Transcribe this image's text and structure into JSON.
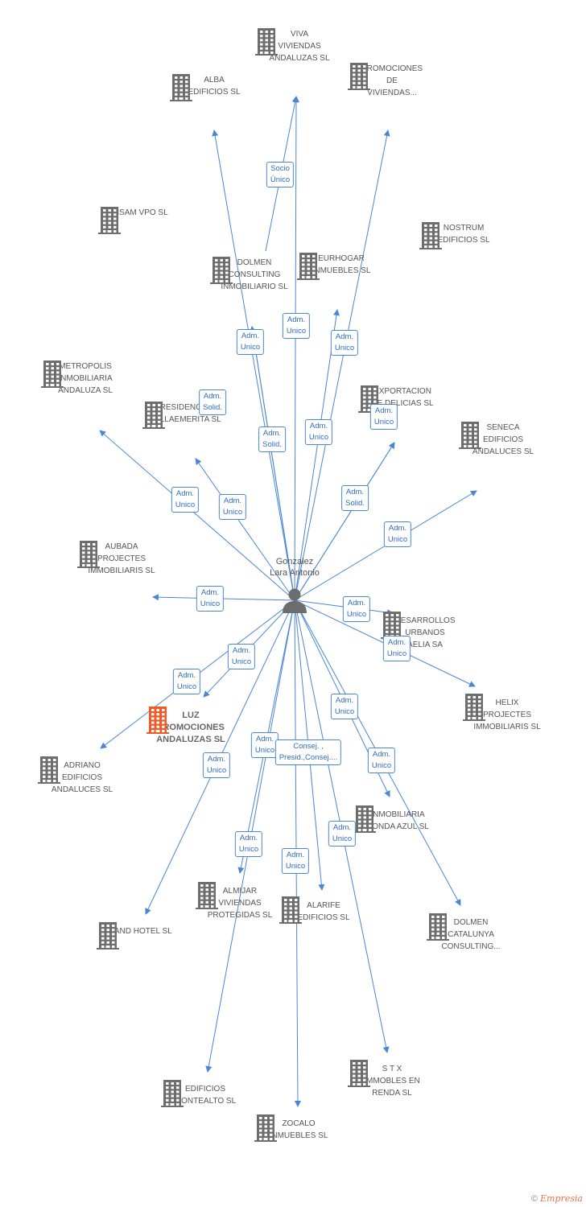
{
  "center": {
    "name_line1": "Gonzalez",
    "name_line2": "Lara Antonio"
  },
  "colors": {
    "edge": "#4a86d6",
    "node": "#6d6d6d",
    "highlight": "#f05a28"
  },
  "nodes": [
    {
      "id": "viva",
      "lines": [
        "VIVA",
        "VIVIENDAS",
        "ANDALUZAS SL"
      ]
    },
    {
      "id": "alba",
      "lines": [
        "ALBA",
        "EDIFICIOS SL"
      ]
    },
    {
      "id": "promociones",
      "lines": [
        "PROMOCIONES",
        "DE",
        "VIVIENDAS..."
      ]
    },
    {
      "id": "isam",
      "lines": [
        "ISAM VPO  SL"
      ]
    },
    {
      "id": "nostrum",
      "lines": [
        "NOSTRUM",
        "EDIFICIOS SL"
      ]
    },
    {
      "id": "dolmen",
      "lines": [
        "DOLMEN",
        "CONSULTING",
        "INMOBILIARIO SL"
      ]
    },
    {
      "id": "eurhogar",
      "lines": [
        "EURHOGAR",
        "INMUEBLES SL"
      ]
    },
    {
      "id": "metropolis",
      "lines": [
        "METROPOLIS",
        "INMOBILIARIA",
        "ANDALUZA SL"
      ]
    },
    {
      "id": "residencial",
      "lines": [
        "RESIDENCIAL",
        "VILLAEMERITA SL"
      ]
    },
    {
      "id": "exportacion",
      "lines": [
        "EXPORTACION",
        "DE DELICIAS  SL"
      ]
    },
    {
      "id": "seneca",
      "lines": [
        "SENECA",
        "EDIFICIOS",
        "ANDALUCES SL"
      ]
    },
    {
      "id": "aubada",
      "lines": [
        "AUBADA",
        "PROJECTES",
        "IMMOBILIARIS SL"
      ]
    },
    {
      "id": "desarrollos",
      "lines": [
        "DESARROLLOS",
        "URBANOS",
        "AELIA SA"
      ]
    },
    {
      "id": "helix",
      "lines": [
        "HELIX",
        "PROJECTES",
        "IMMOBILIARIS SL"
      ]
    },
    {
      "id": "luz",
      "lines": [
        "LUZ",
        "PROMOCIONES",
        "ANDALUZAS SL"
      ]
    },
    {
      "id": "adriano",
      "lines": [
        "ADRIANO",
        "EDIFICIOS",
        "ANDALUCES SL"
      ]
    },
    {
      "id": "ronda",
      "lines": [
        "INMOBILIARIA",
        "RONDA AZUL SL"
      ]
    },
    {
      "id": "almijar",
      "lines": [
        "ALMIJAR",
        "VIVIENDAS",
        "PROTEGIDAS  SL"
      ]
    },
    {
      "id": "alarife",
      "lines": [
        "ALARIFE",
        "EDIFICIOS SL"
      ]
    },
    {
      "id": "landhotel",
      "lines": [
        "LAND HOTEL SL"
      ]
    },
    {
      "id": "dolmencat",
      "lines": [
        "DOLMEN",
        "CATALUNYA",
        "CONSULTING..."
      ]
    },
    {
      "id": "stx",
      "lines": [
        "S T X",
        "IMMOBLES EN",
        "RENDA SL"
      ]
    },
    {
      "id": "montealto",
      "lines": [
        "EDIFICIOS",
        "MONTEALTO SL"
      ]
    },
    {
      "id": "zocalo",
      "lines": [
        "ZOCALO",
        "INMUEBLES SL"
      ]
    }
  ],
  "relations": [
    {
      "target": "viva",
      "lines": [
        "Socio",
        "Único"
      ]
    },
    {
      "target": "dolmen",
      "lines": [
        "Adm.",
        "Unico"
      ]
    },
    {
      "target": "viva",
      "lines": [
        "Adm.",
        "Unico"
      ]
    },
    {
      "target": "eurhogar",
      "lines": [
        "Adm.",
        "Unico"
      ]
    },
    {
      "target": "alba",
      "lines": [
        "Adm.",
        "Solid."
      ]
    },
    {
      "target": "exportacion",
      "lines": [
        "Adm.",
        "Unico"
      ]
    },
    {
      "target": "dolmen",
      "lines": [
        "Adm.",
        "Solid."
      ]
    },
    {
      "target": "promociones",
      "lines": [
        "Adm.",
        "Unico"
      ]
    },
    {
      "target": "metropolis",
      "lines": [
        "Adm.",
        "Unico"
      ]
    },
    {
      "target": "residencial",
      "lines": [
        "Adm.",
        "Unico"
      ]
    },
    {
      "target": "exportacion",
      "lines": [
        "Adm.",
        "Solid."
      ]
    },
    {
      "target": "seneca",
      "lines": [
        "Adm.",
        "Unico"
      ]
    },
    {
      "target": "aubada",
      "lines": [
        "Adm.",
        "Unico"
      ]
    },
    {
      "target": "desarrollos",
      "lines": [
        "Adm.",
        "Unico"
      ]
    },
    {
      "target": "helix",
      "lines": [
        "Adm.",
        "Unico"
      ]
    },
    {
      "target": "luz",
      "lines": [
        "Adm.",
        "Unico"
      ]
    },
    {
      "target": "adriano",
      "lines": [
        "Adm.",
        "Unico"
      ]
    },
    {
      "target": "ronda",
      "lines": [
        "Adm.",
        "Unico"
      ]
    },
    {
      "target": "almijar",
      "lines": [
        "Adm.",
        "Unico"
      ]
    },
    {
      "target": "alarife",
      "lines": [
        "Adm.",
        "Unico"
      ]
    },
    {
      "target": "landhotel",
      "lines": [
        "Consej. ,",
        "Presid.,Consej...."
      ]
    },
    {
      "target": "dolmencat",
      "lines": [
        "Adm.",
        "Unico"
      ]
    },
    {
      "target": "montealto",
      "lines": [
        "Adm.",
        "Unico"
      ]
    },
    {
      "target": "zocalo",
      "lines": [
        "Adm.",
        "Unico"
      ]
    },
    {
      "target": "stx",
      "lines": [
        "Adm.",
        "Unico"
      ]
    }
  ],
  "footer": {
    "copyright": "©",
    "brand": "Empresia"
  }
}
